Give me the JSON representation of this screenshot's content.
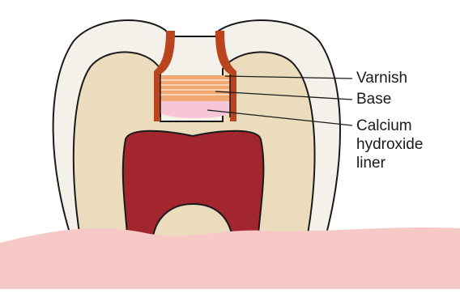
{
  "labels": {
    "varnish": "Varnish",
    "base": "Base",
    "liner_line1": "Calcium",
    "liner_line2": "hydroxide",
    "liner_line3": "liner"
  },
  "colors": {
    "enamel": "#f4f1ea",
    "dentin": "#eadcbd",
    "pulp": "#a3262f",
    "gum": "#f6c9c6",
    "varnish": "#b9441e",
    "base": "#f0a771",
    "liner": "#f7c6d6",
    "outline": "#1a1a1a"
  }
}
